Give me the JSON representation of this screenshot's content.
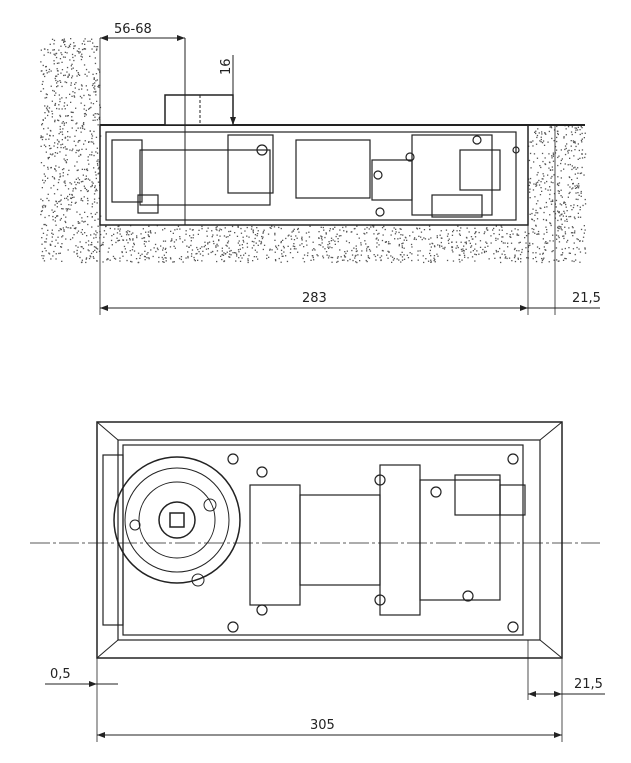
{
  "title": "Floor spring installation drawing",
  "side_view": {
    "dim_spindle_offset": "56-68",
    "dim_height": "16",
    "dim_length": "283",
    "dim_right": "21,5"
  },
  "top_view": {
    "dim_left": "0,5",
    "dim_right": "21,5",
    "dim_length": "305"
  },
  "colors": {
    "line": "#222222",
    "concrete": "#555555"
  }
}
